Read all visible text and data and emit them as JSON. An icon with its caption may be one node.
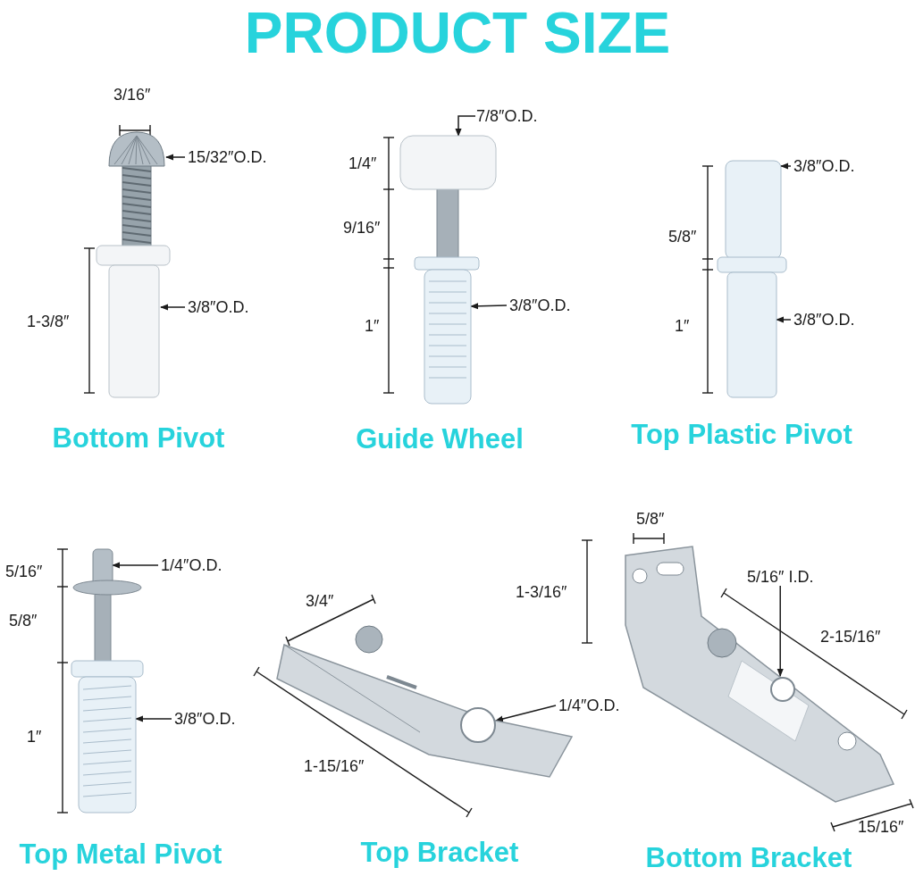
{
  "diagram": {
    "title": "PRODUCT SIZE",
    "nodes": [
      {
        "text": [],
        "shape": "picture",
        "beside": [
          "Bottom Pivot"
        ]
      },
      {
        "text": [
          "15/32″O.D."
        ]
      },
      {
        "text": [
          "3/8″O.D."
        ]
      },
      {
        "text": [],
        "shape": "picture",
        "beside": [
          "Guide Wheel"
        ]
      },
      {
        "text": [
          "7/8″O.D."
        ]
      },
      {
        "text": [
          "3/8″O.D."
        ]
      },
      {
        "text": [],
        "shape": "picture",
        "beside": [
          "Top Plastic Pivot"
        ]
      },
      {
        "text": [
          "3/8″O.D."
        ]
      },
      {
        "text": [
          "3/8″O.D."
        ]
      },
      {
        "text": [],
        "shape": "picture",
        "beside": [
          "Top Metal Pivot"
        ]
      },
      {
        "text": [
          "1/4″O.D."
        ]
      },
      {
        "text": [
          "3/8″O.D."
        ]
      },
      {
        "text": [],
        "shape": "picture",
        "beside": [
          "Top Bracket"
        ]
      },
      {
        "text": [
          "1/4″O.D."
        ]
      },
      {
        "text": [],
        "shape": "picture",
        "beside": [
          "Bottom Bracket"
        ]
      },
      {
        "text": [
          "5/16″ I.D."
        ]
      }
    ],
    "edges": [
      {
        "from": 1,
        "to": 0,
        "arrow": "to"
      },
      {
        "from": 2,
        "to": 0,
        "arrow": "to"
      },
      {
        "from": 4,
        "to": 3,
        "arrow": "to"
      },
      {
        "from": 5,
        "to": 3,
        "arrow": "to"
      },
      {
        "from": 7,
        "to": 6,
        "arrow": "to"
      },
      {
        "from": 8,
        "to": 6,
        "arrow": "to"
      },
      {
        "from": 10,
        "to": 9,
        "arrow": "to"
      },
      {
        "from": 11,
        "to": 9,
        "arrow": "to"
      },
      {
        "from": 13,
        "to": 12,
        "arrow": "to"
      },
      {
        "from": 15,
        "to": 14,
        "arrow": "to"
      }
    ],
    "labels": [
      "3/16″",
      "1-3/8″",
      "1/4″",
      "9/16″",
      "1″",
      "5/8″",
      "1″",
      "5/16″",
      "5/8″",
      "1″",
      "3/4″",
      "1-15/16″",
      "5/8″",
      "1-3/16″",
      "2-15/16″",
      "15/16″"
    ]
  }
}
